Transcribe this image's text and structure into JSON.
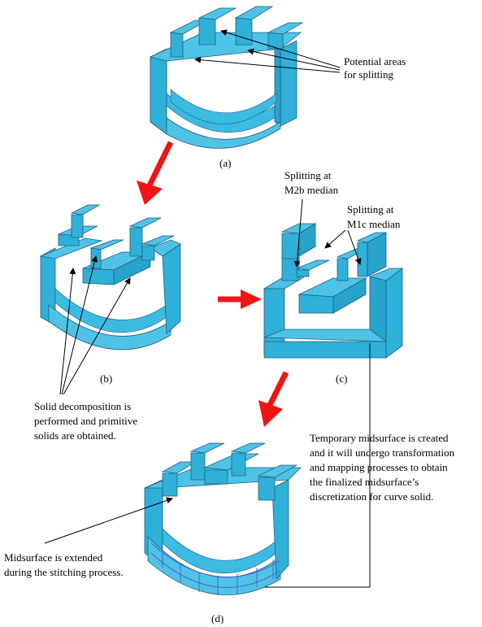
{
  "figure": {
    "colors": {
      "solid_top": "#4fc3e6",
      "solid_front": "#2fb0d8",
      "solid_side": "#27a3cc",
      "solid_inner": "#3cbbe2",
      "edge": "#1f5f80",
      "mesh": "#4a5ad0",
      "red_arrow": "#f01414",
      "leader": "#000000"
    },
    "captions": {
      "a": "(a)",
      "b": "(b)",
      "c": "(c)",
      "d": "(d)"
    },
    "annotations": {
      "potential_line1": "Potential areas",
      "potential_line2": "for splitting",
      "split_m2b_line1": "Splitting at",
      "split_m2b_line2": "M2b median",
      "split_m1c_line1": "Splitting at",
      "split_m1c_line2": "M1c median",
      "decomp_line1": "Solid decomposition is",
      "decomp_line2": "performed and primitive",
      "decomp_line3": "solids are obtained.",
      "temp_line1": "Temporary midsurface is created",
      "temp_line2": "and it will undergo transformation",
      "temp_line3": "and mapping processes to obtain",
      "temp_line4": "the finalized midsurface’s",
      "temp_line5": "discretization for curve solid.",
      "ext_line1": "Midsurface is extended",
      "ext_line2": "during the stitching process."
    }
  }
}
